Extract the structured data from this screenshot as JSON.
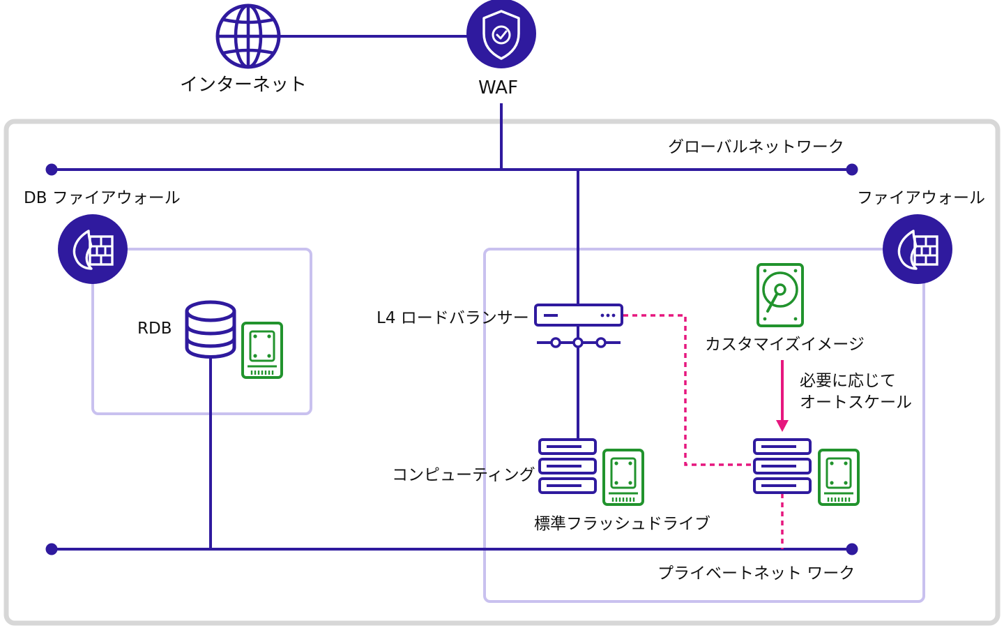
{
  "colors": {
    "primary": "#2f1a9e",
    "storage": "#21932d",
    "dotted_link": "#e6177e",
    "frame": "#d7d7d7",
    "zone": "#c9c1ef",
    "text": "#111111",
    "background": "#ffffff"
  },
  "labels": {
    "internet": "インターネット",
    "waf": "WAF",
    "global_network": "グローバルネットワーク",
    "db_firewall": "DB ファイアウォール",
    "firewall": "ファイアウォール",
    "rdb": "RDB",
    "load_balancer": "L4 ロードバランサー",
    "custom_image": "カスタマイズイメージ",
    "autoscale_line1": "必要に応じて",
    "autoscale_line2": "オートスケール",
    "computing": "コンピューティング",
    "flash_drive": "標準フラッシュドライブ",
    "private_network": "プライベートネット ワーク"
  },
  "icons": {
    "internet": "globe-icon",
    "waf": "shield-check-icon",
    "db_firewall": "firewall-icon",
    "firewall": "firewall-icon",
    "rdb": "database-icon",
    "rdb_storage": "ssd-icon",
    "load_balancer": "load-balancer-icon",
    "custom_image": "hard-disk-icon",
    "computing_server": "server-icon",
    "computing_storage": "ssd-icon",
    "scaled_server": "server-icon",
    "scaled_storage": "ssd-icon"
  }
}
